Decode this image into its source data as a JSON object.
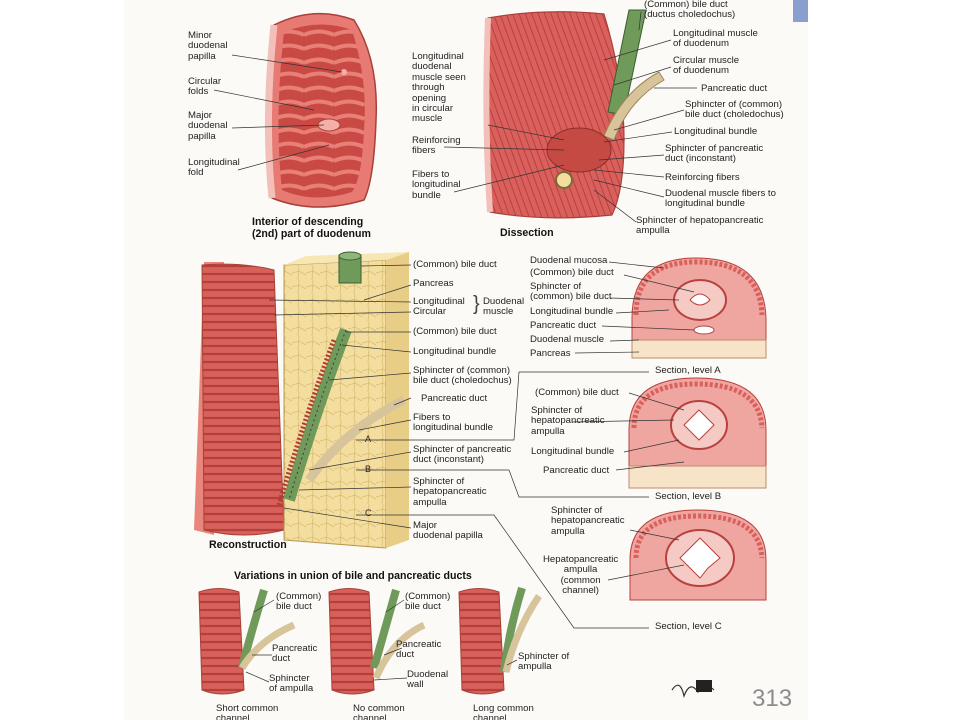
{
  "page_number": "313",
  "colors": {
    "muscle": "#d9605c",
    "muscle_dark": "#b8413e",
    "bile_duct": "#6f9a5a",
    "pancreatic_duct": "#d8c49a",
    "pancreas": "#f3dea0",
    "mucosa": "#f0a6a0"
  },
  "titles": {
    "interior": "Interior of descending\n(2nd) part of duodenum",
    "dissection": "Dissection",
    "reconstruction": "Reconstruction",
    "variations": "Variations in union of bile and pancreatic ducts"
  },
  "interior_labels": {
    "minor_papilla": "Minor\nduodenal\npapilla",
    "circular_folds": "Circular\nfolds",
    "major_papilla": "Major\nduodenal\npapilla",
    "longitudinal_fold": "Longitudinal\nfold"
  },
  "dissection_labels": {
    "long_muscle_seen": "Longitudinal\nduodenal\nmuscle seen\nthrough\nopening\nin circular\nmuscle",
    "reinforcing_fibers_left": "Reinforcing\nfibers",
    "fibers_to_bundle": "Fibers to\nlongitudinal\nbundle",
    "bile_duct": "(Common) bile duct\n(ductus choledochus)",
    "longitudinal_muscle": "Longitudinal muscle\nof duodenum",
    "circular_muscle": "Circular muscle\nof duodenum",
    "pancreatic_duct": "Pancreatic duct",
    "sphincter_bile": "Sphincter of (common)\nbile duct (choledochus)",
    "longitudinal_bundle": "Longitudinal bundle",
    "sphincter_pancreatic": "Sphincter of pancreatic\nduct (inconstant)",
    "reinforcing_fibers_right": "Reinforcing fibers",
    "duodenal_fibers": "Duodenal muscle fibers to\nlongitudinal bundle",
    "sphincter_hepato": "Sphincter of hepatopancreatic\nampulla"
  },
  "reconstruction_labels": {
    "bile_duct_top": "(Common) bile duct",
    "pancreas": "Pancreas",
    "longitudinal": "Longitudinal",
    "circular": "Circular",
    "duodenal_muscle": "Duodenal\nmuscle",
    "bile_duct_2": "(Common) bile duct",
    "longitudinal_bundle": "Longitudinal bundle",
    "sphincter_bile": "Sphincter of (common)\nbile duct (choledochus)",
    "pancreatic_duct": "Pancreatic duct",
    "fibers_to_bundle": "Fibers to\nlongitudinal bundle",
    "sphincter_pancreatic": "Sphincter of pancreatic\nduct (inconstant)",
    "sphincter_hepato": "Sphincter of\nhepatopancreatic\nampulla",
    "major_papilla": "Major\nduodenal papilla",
    "level_a": "A",
    "level_b": "B",
    "level_c": "C"
  },
  "section_a_labels": {
    "mucosa": "Duodenal mucosa",
    "bile_duct": "(Common) bile duct",
    "sphincter_bile": "Sphincter of\n(common) bile duct",
    "longitudinal_bundle": "Longitudinal bundle",
    "pancreatic_duct": "Pancreatic duct",
    "duodenal_muscle": "Duodenal muscle",
    "pancreas": "Pancreas",
    "caption": "Section, level A"
  },
  "section_b_labels": {
    "bile_duct": "(Common) bile duct",
    "sphincter_hepato": "Sphincter of\nhepatopancreatic\nampulla",
    "longitudinal_bundle": "Longitudinal bundle",
    "pancreatic_duct": "Pancreatic duct",
    "caption": "Section, level B"
  },
  "section_c_labels": {
    "sphincter_hepato": "Sphincter of\nhepatopancreatic\nampulla",
    "ampulla": "Hepatopancreatic\nampulla\n(common\nchannel)",
    "caption": "Section, level C"
  },
  "variations": {
    "v1_bile": "(Common)\nbile duct",
    "v1_pancreatic": "Pancreatic\nduct",
    "v1_sphincter": "Sphincter\nof ampulla",
    "v1_caption": "Short common\nchannel",
    "v2_bile": "(Common)\nbile duct",
    "v2_pancreatic": "Pancreatic\nduct",
    "v2_wall": "Duodenal\nwall",
    "v2_caption": "No common\nchannel",
    "v3_sphincter": "Sphincter of\nampulla",
    "v3_caption": "Long common\nchannel"
  }
}
